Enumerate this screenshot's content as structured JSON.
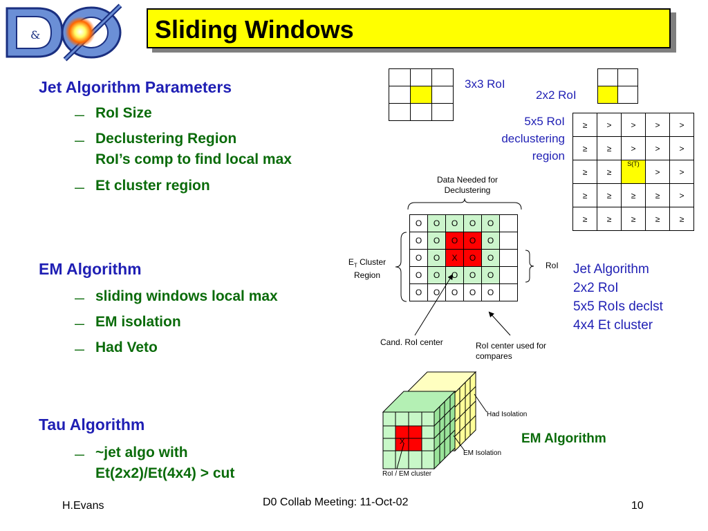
{
  "slide": {
    "title": "Sliding Windows",
    "logo_alt": "DØ",
    "footer": {
      "author": "H.Evans",
      "meeting": "D0 Collab Meeting: 11-Oct-02",
      "page": "10"
    }
  },
  "left": {
    "jet": {
      "heading": "Jet Algorithm Parameters",
      "items": [
        "RoI Size",
        "Declustering Region",
        "RoI’s comp to find local max",
        "Et cluster region"
      ]
    },
    "em": {
      "heading": "EM Algorithm",
      "items": [
        "sliding windows local max",
        "EM isolation",
        "Had Veto"
      ]
    },
    "tau": {
      "heading": "Tau Algorithm",
      "items": [
        "~jet algo with",
        "Et(2x2)/Et(4x4) > cut"
      ]
    },
    "dash_glyph": "—"
  },
  "right": {
    "roi3_label": "3x3 RoI",
    "roi2_label": "2x2 RoI",
    "declust_label": [
      "5x5 RoI",
      "declustering",
      "region"
    ],
    "declust_grid": [
      [
        "≥",
        ">",
        ">",
        ">",
        ">"
      ],
      [
        "≥",
        "≥",
        ">",
        ">",
        ">"
      ],
      [
        "≥",
        "≥",
        "S(T)",
        ">",
        ">"
      ],
      [
        "≥",
        "≥",
        "≥",
        "≥",
        ">"
      ],
      [
        "≥",
        "≥",
        "≥",
        "≥",
        "≥"
      ]
    ],
    "data_needed": [
      "Data Needed for",
      "Declustering"
    ],
    "et_cluster": [
      "E",
      "T",
      " Cluster",
      "Region"
    ],
    "roi_label": "RoI",
    "cand_center": "Cand. RoI center",
    "roi_used": [
      "RoI center used for",
      "compares"
    ],
    "jet_summary": [
      "Jet Algorithm",
      "2x2 RoI",
      "5x5 RoIs declst",
      "4x4 Et cluster"
    ],
    "cube_labels": {
      "had": "Had Isolation",
      "em": "EM Isolation",
      "roi": "RoI / EM cluster",
      "x": "X"
    },
    "em_algo_label": "EM Algorithm",
    "cluster_marks": {
      "o": "O",
      "x": "X"
    }
  },
  "colors": {
    "title_bg": "#ffff00",
    "heading": "#1f1fb4",
    "sub": "#0a6b0a",
    "light_green": "#ccf5cc",
    "red": "#ff0000",
    "light_yellow": "#ffffc0"
  }
}
